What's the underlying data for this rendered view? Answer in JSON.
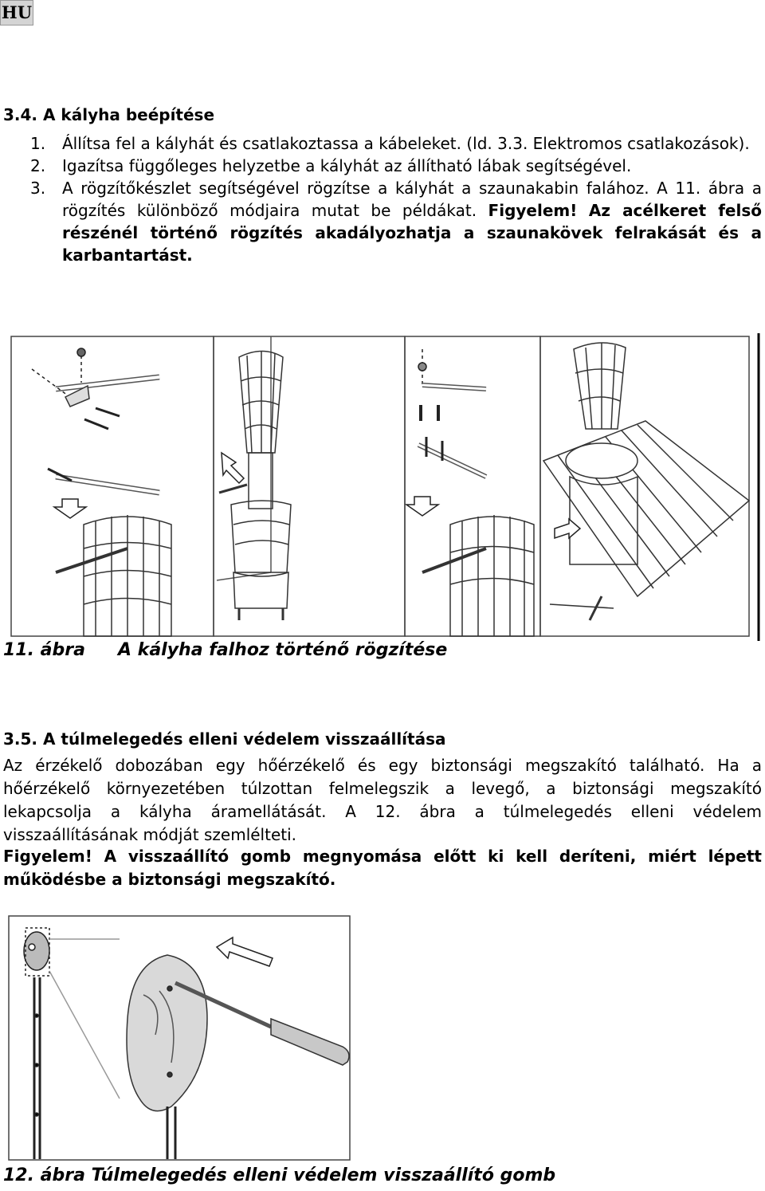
{
  "lang_badge": "HU",
  "section_34": {
    "heading": "3.4. A kályha beépítése",
    "items": [
      {
        "num": "1.",
        "text": "Állítsa fel a kályhát és csatlakoztassa a kábeleket. (ld. 3.3. Elektromos csatlakozások)."
      },
      {
        "num": "2.",
        "text": "Igazítsa függőleges helyzetbe a kályhát az állítható lábak segítségével."
      },
      {
        "num": "3.",
        "text": "A rögzítőkészlet segítségével rögzítse a kályhát a szaunakabin falához. A 11. ábra a rögzítés különböző módjaira mutat be példákat.",
        "warning_label": "Figyelem!",
        "warning_text": "Az acélkeret felső részénél történő rögzítés akadályozhatja a szaunakövek felrakását és a karbantartást."
      }
    ]
  },
  "figure_11": {
    "number": "11. ábra",
    "title": "A kályha falhoz történő rögzítése"
  },
  "section_35": {
    "heading": "3.5. A túlmelegedés elleni védelem visszaállítása",
    "body": "Az érzékelő dobozában egy hőérzékelő és egy biztonsági megszakító található. Ha a hőérzékelő környezetében túlzottan felmelegszik a levegő, a biztonsági megszakító lekapcsolja a kályha áramellátását. A 12. ábra a túlmelegedés elleni védelem visszaállításának módját szemlélteti.",
    "warning": "Figyelem! A visszaállító gomb megnyomása előtt ki kell deríteni, miért lépett működésbe a biztonsági megszakító."
  },
  "figure_12": {
    "caption": "12. ábra Túlmelegedés elleni védelem visszaállító gomb"
  }
}
